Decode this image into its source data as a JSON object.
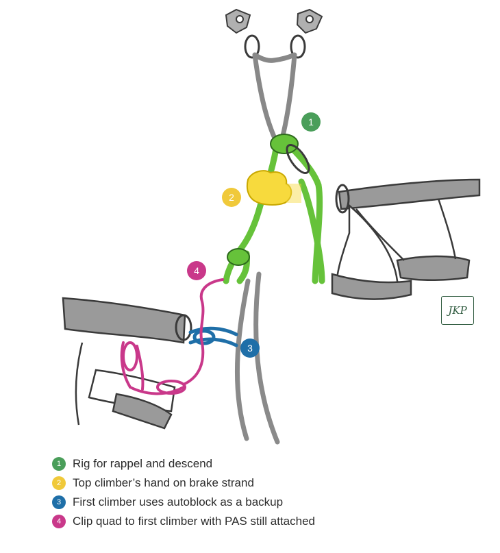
{
  "colors": {
    "step1": "#4a9e5a",
    "step2": "#f0c93a",
    "step3": "#1f6fa8",
    "step4": "#c9388a",
    "rope_green": "#66c23a",
    "rope_gray": "#8a8a8a",
    "harness_gray": "#9a9a9a",
    "outline": "#3a3a3a"
  },
  "markers": [
    {
      "num": "1",
      "color_key": "step1"
    },
    {
      "num": "2",
      "color_key": "step2"
    },
    {
      "num": "3",
      "color_key": "step3"
    },
    {
      "num": "4",
      "color_key": "step4"
    }
  ],
  "legend": [
    {
      "num": "1",
      "text": "Rig for rappel and descend"
    },
    {
      "num": "2",
      "text": "Top climber’s hand on brake strand"
    },
    {
      "num": "3",
      "text": "First climber uses autoblock as a backup"
    },
    {
      "num": "4",
      "text": "Clip quad to first climber with PAS still attached"
    }
  ],
  "signature": "JKP"
}
